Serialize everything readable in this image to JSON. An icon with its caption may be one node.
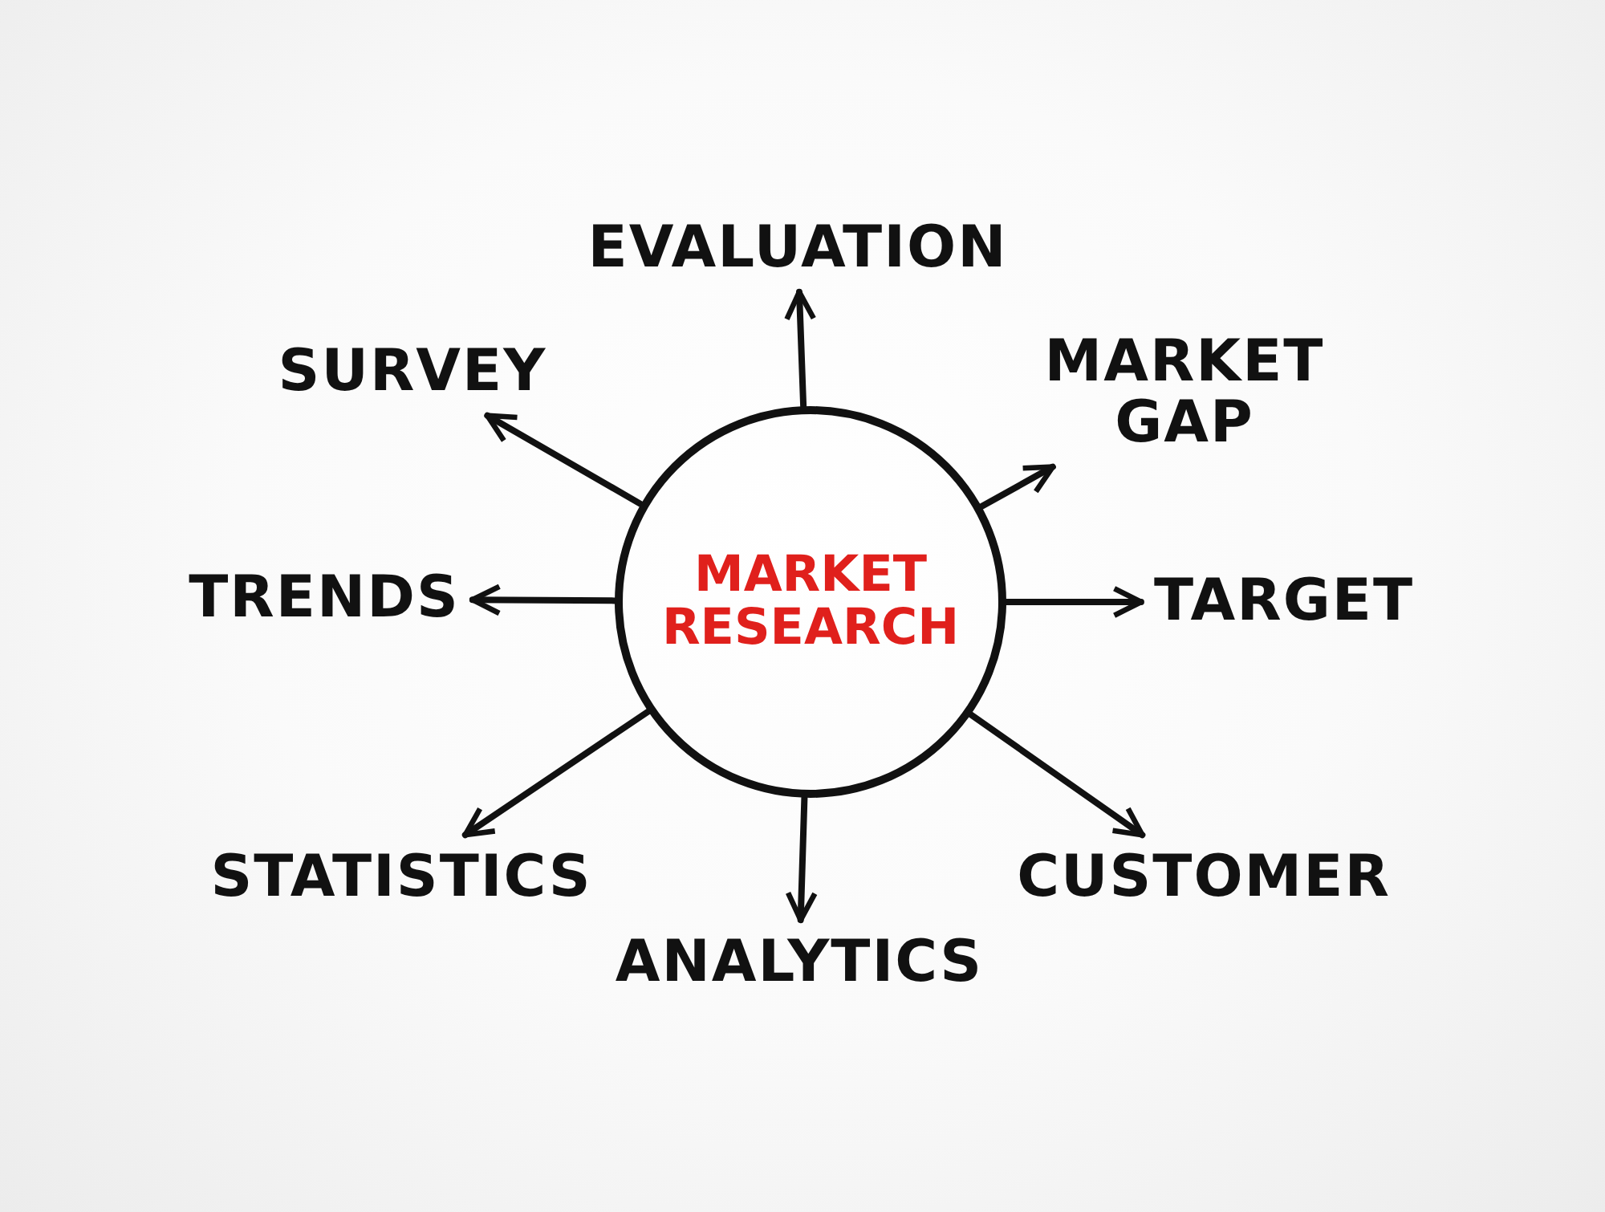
{
  "diagram": {
    "nodes": [
      {
        "text": [
          "MARKET RESEARCH"
        ]
      },
      {
        "text": [
          "EVALUATION"
        ]
      },
      {
        "text": [
          "SURVEY"
        ]
      },
      {
        "text": [
          "MARKET GAP"
        ]
      },
      {
        "text": [
          "TRENDS"
        ]
      },
      {
        "text": [
          "TARGET"
        ]
      },
      {
        "text": [
          "STATISTICS"
        ]
      },
      {
        "text": [
          "CUSTOMER"
        ]
      },
      {
        "text": [
          "ANALYTICS"
        ]
      }
    ],
    "edges": [
      {
        "from": 0,
        "to": 1,
        "arrow": "to"
      },
      {
        "from": 0,
        "to": 2,
        "arrow": "to"
      },
      {
        "from": 0,
        "to": 3,
        "arrow": "to"
      },
      {
        "from": 0,
        "to": 4,
        "arrow": "to"
      },
      {
        "from": 0,
        "to": 5,
        "arrow": "to"
      },
      {
        "from": 0,
        "to": 6,
        "arrow": "to"
      },
      {
        "from": 0,
        "to": 7,
        "arrow": "to"
      },
      {
        "from": 0,
        "to": 8,
        "arrow": "to"
      }
    ]
  }
}
